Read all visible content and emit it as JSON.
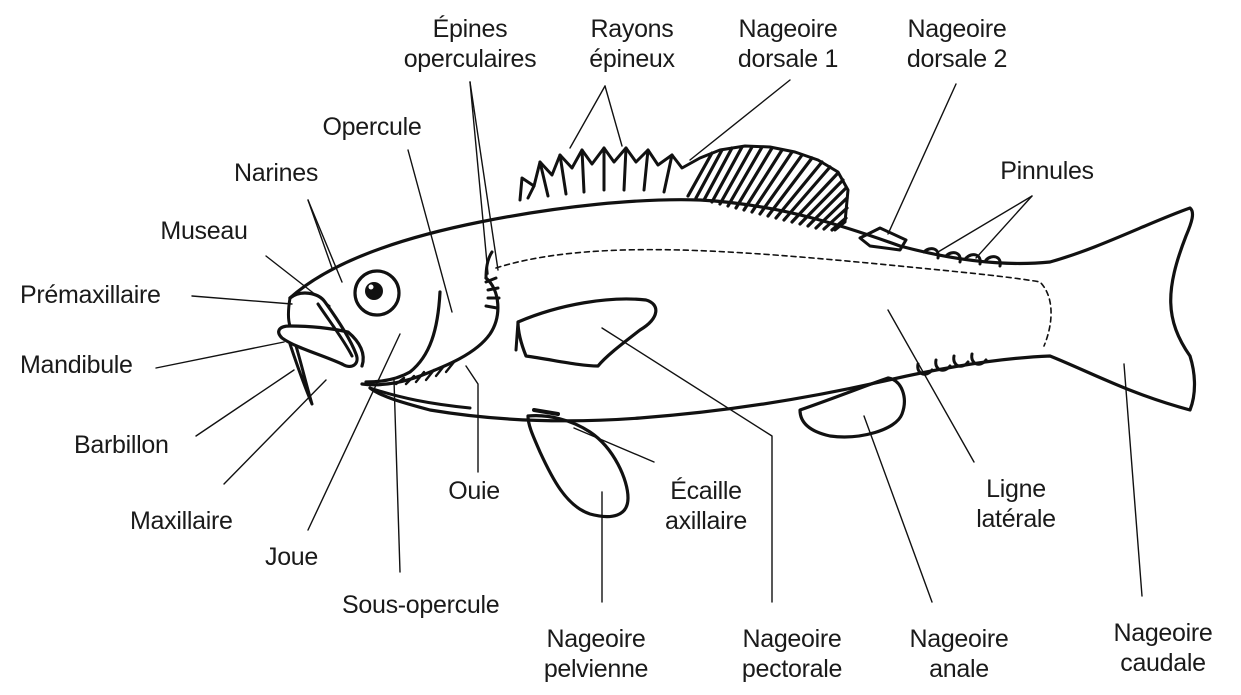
{
  "diagram": {
    "labels": {
      "epines_operculaires": [
        "Épines",
        "operculaires"
      ],
      "rayons_epineux": [
        "Rayons",
        "épineux"
      ],
      "nageoire_dorsale_1": [
        "Nageoire",
        "dorsale 1"
      ],
      "nageoire_dorsale_2": [
        "Nageoire",
        "dorsale 2"
      ],
      "opercule": "Opercule",
      "narines": "Narines",
      "pinnules": "Pinnules",
      "museau": "Museau",
      "premaxillaire": "Prémaxillaire",
      "mandibule": "Mandibule",
      "barbillon": "Barbillon",
      "maxillaire": "Maxillaire",
      "joue": "Joue",
      "sous_opercule": "Sous-opercule",
      "ouie": "Ouie",
      "ecaille_axillaire": [
        "Écaille",
        "axillaire"
      ],
      "ligne_laterale": [
        "Ligne",
        "latérale"
      ],
      "nageoire_pelvienne": [
        "Nageoire",
        "pelvienne"
      ],
      "nageoire_pectorale": [
        "Nageoire",
        "pectorale"
      ],
      "nageoire_anale": [
        "Nageoire",
        "anale"
      ],
      "nageoire_caudale": [
        "Nageoire",
        "caudale"
      ]
    },
    "colors": {
      "line": "#111111",
      "text": "#1a1a1a",
      "background": "#ffffff"
    }
  }
}
